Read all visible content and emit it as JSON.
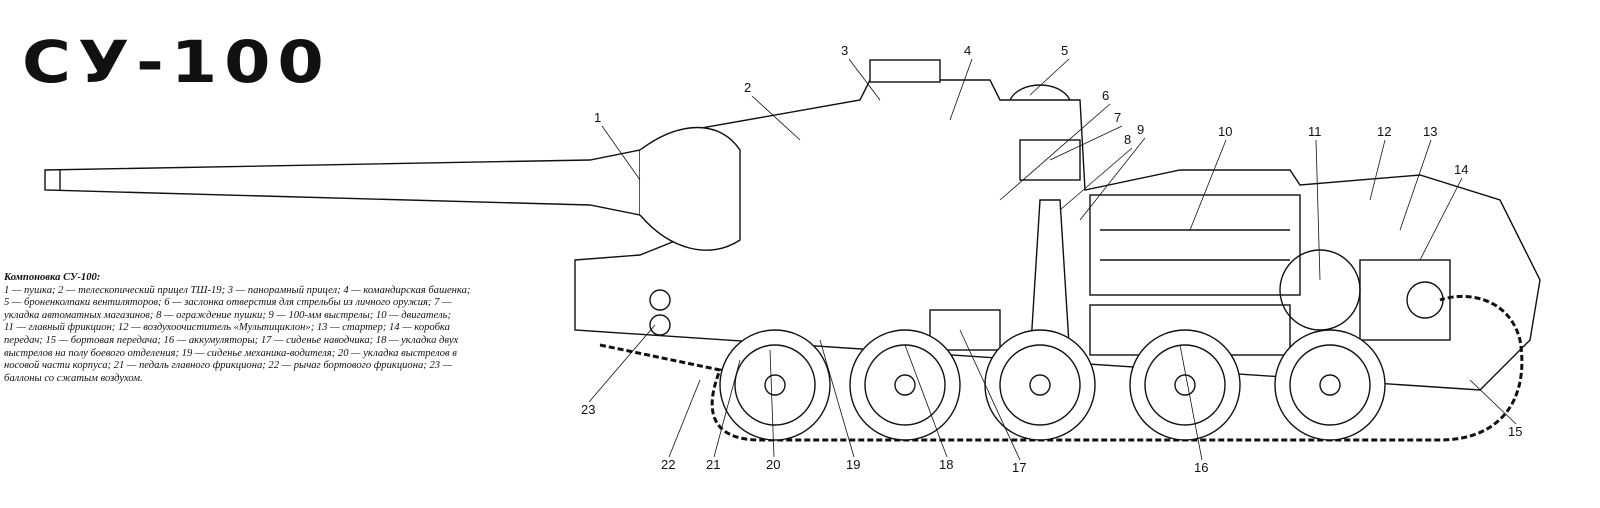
{
  "title": "СУ-100",
  "caption": {
    "heading": "Компоновка СУ-100:",
    "lines": [
      "1 — пушка; 2 — телескопический прицел ТШ-19; 3 — панорамный прицел; 4 — командирская башенка;",
      "5 — броненколпаки вентиляторов; 6 — заслонка отверстия для стрельбы из личного оружия; 7 —",
      "укладка автоматных магазинов; 8 — ограждение пушки; 9 — 100-мм выстрелы; 10 — двигатель;",
      "11 — главный фрикцион; 12 — воздухоочиститель «Мультициклон»; 13 — стартер; 14 — коробка",
      "передач; 15 — бортовая передача; 16 — аккумуляторы; 17 — сиденье наводчика; 18 — укладка двух",
      "выстрелов на полу боевого отделения; 19 — сиденье механика-водителя; 20 — укладка выстрелов в",
      "носовой части корпуса; 21 — педаль главного фрикциона; 22 — рычаг бортового фрикциона; 23 —",
      "баллоны со сжатым воздухом."
    ]
  },
  "callouts": [
    "1",
    "2",
    "3",
    "4",
    "5",
    "6",
    "7",
    "8",
    "9",
    "10",
    "11",
    "12",
    "13",
    "14",
    "15",
    "16",
    "17",
    "18",
    "19",
    "20",
    "21",
    "22",
    "23"
  ]
}
